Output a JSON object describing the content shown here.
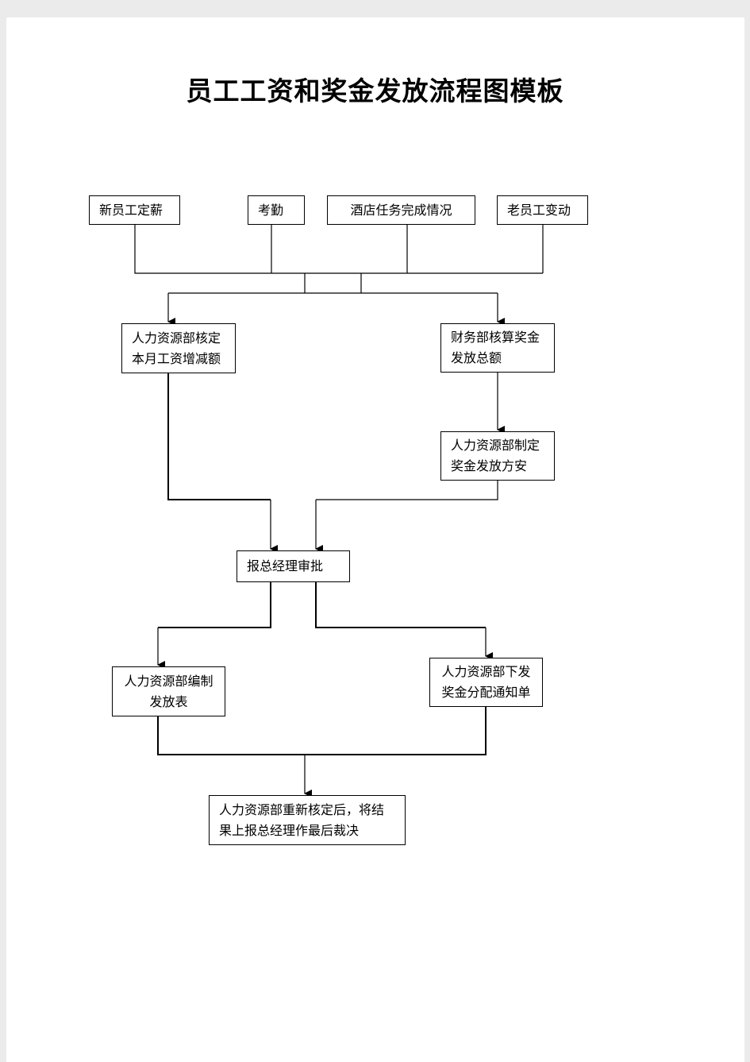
{
  "title": "员工工资和奖金发放流程图模板",
  "inputs": {
    "new_staff": "新员工定薪",
    "attendance": "考勤",
    "hotel_tasks": "酒店任务完成情况",
    "old_staff": "老员工变动"
  },
  "hr_verify": "人力资源部核定本月工资增减额",
  "finance_calc": "财务部核算奖金发放总额",
  "hr_plan": "人力资源部制定奖金发放方安",
  "gm_approval": "报总经理审批",
  "hr_table": "人力资源部编制发放表",
  "hr_notice": "人力资源部下发奖金分配通知单",
  "final": "人力资源部重新核定后，将结果上报总经理作最后裁决"
}
